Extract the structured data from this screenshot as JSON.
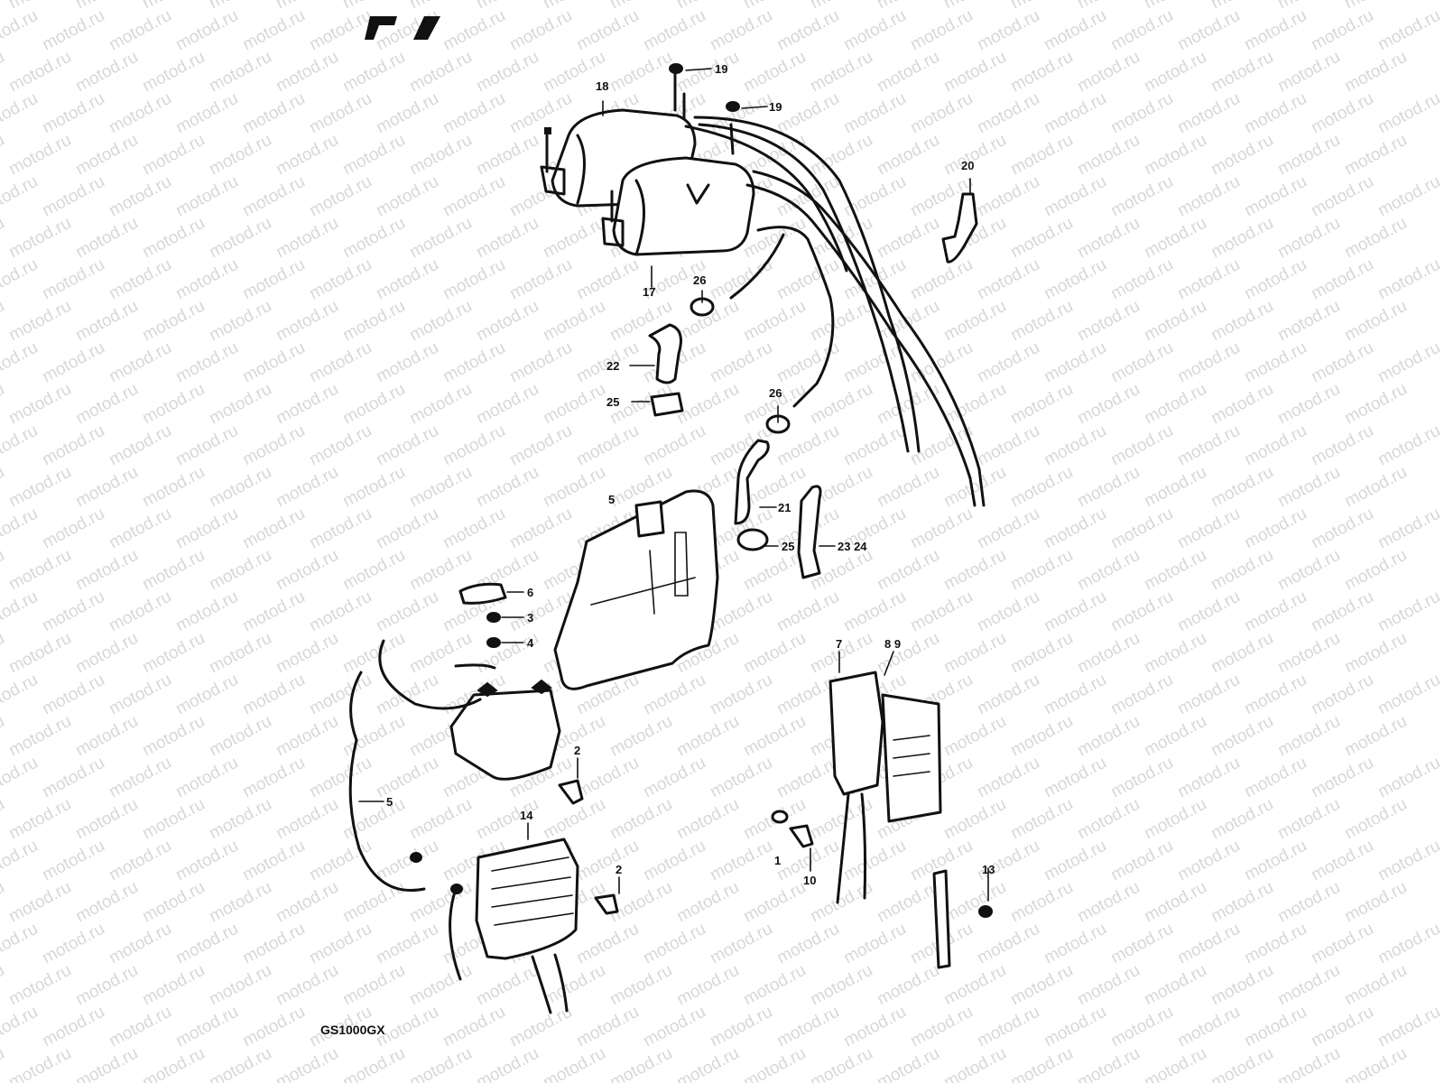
{
  "diagram": {
    "model_label": "GS1000GX",
    "watermark_text": "motod.ru",
    "callouts": [
      "1",
      "2",
      "3",
      "4",
      "5",
      "6",
      "7",
      "8",
      "9",
      "10",
      "13",
      "14",
      "17",
      "18",
      "19",
      "20",
      "21",
      "22",
      "23",
      "24",
      "25",
      "26"
    ],
    "labels": {
      "l19a": "19",
      "l19b": "19",
      "l18": "18",
      "l17": "17",
      "l20": "20",
      "l26a": "26",
      "l22": "22",
      "l25a": "25",
      "l26b": "26",
      "l21": "21",
      "l25b": "25",
      "l2324": "23 24",
      "l5a": "5",
      "l6": "6",
      "l3": "3",
      "l4": "4",
      "l7": "7",
      "l89": "8 9",
      "l2a": "2",
      "l5b": "5",
      "l14": "14",
      "l2b": "2",
      "l1": "1",
      "l10": "10",
      "l13": "13"
    }
  }
}
